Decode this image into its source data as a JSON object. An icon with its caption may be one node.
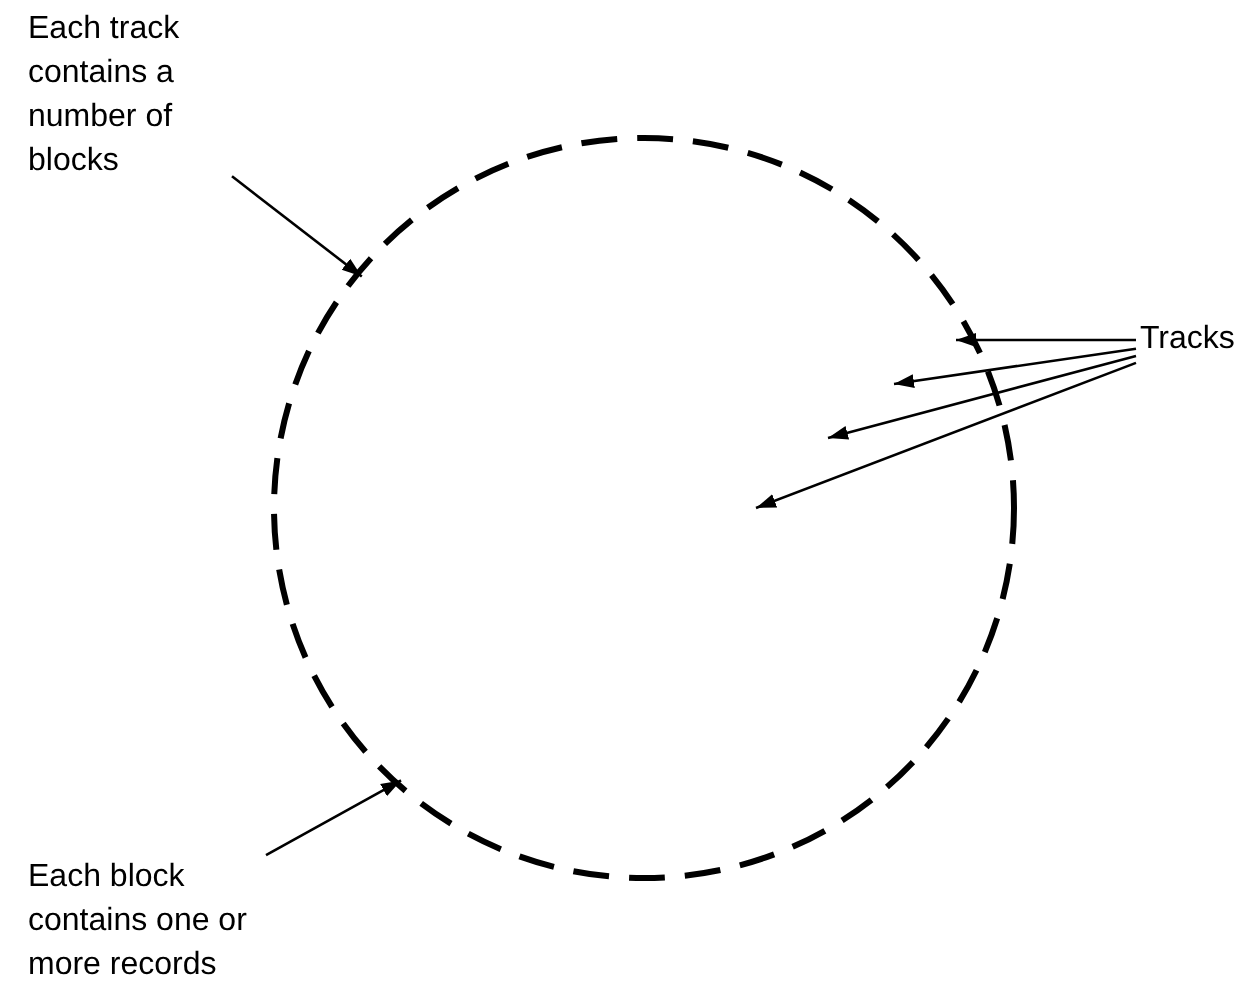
{
  "diagram": {
    "nodes": [
      {
        "text": [
          "Each track contains a number of blocks"
        ]
      },
      {
        "text": [],
        "shape": "circle"
      },
      {
        "text": [
          "Tracks"
        ]
      },
      {
        "text": [
          "Each block contains one or more records"
        ]
      }
    ],
    "edges": [
      {
        "from": 0,
        "to": 1,
        "arrow": "to"
      },
      {
        "from": 3,
        "to": 1,
        "arrow": "to"
      },
      {
        "from": 2,
        "to": 1,
        "arrow": "to"
      },
      {
        "from": 2,
        "to": 1,
        "arrow": "to"
      },
      {
        "from": 2,
        "to": 1,
        "arrow": "to"
      },
      {
        "from": 2,
        "to": 1,
        "arrow": "to"
      }
    ]
  }
}
